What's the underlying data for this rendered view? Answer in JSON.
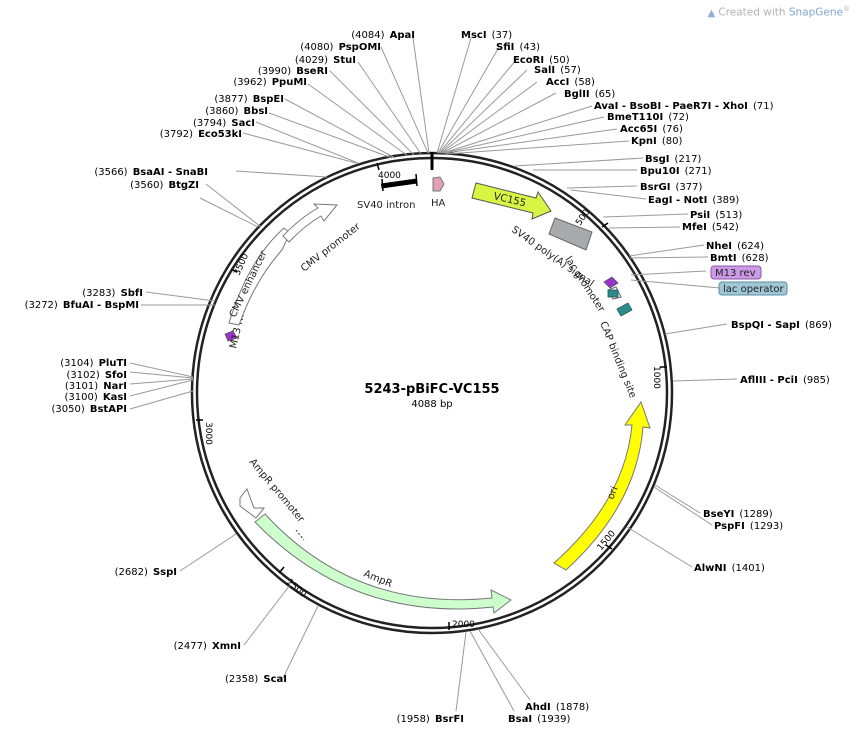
{
  "credit": {
    "icon": "snapgene-logo-icon",
    "prefix": "Created with ",
    "brand": "SnapGene",
    "mark": "®"
  },
  "plasmid": {
    "name": "5243-pBiFC-VC155",
    "length_label": "4088 bp",
    "length_bp": 4088
  },
  "ticks": [
    "500",
    "1000",
    "1500",
    "2000",
    "2500",
    "3000",
    "3500",
    "4000"
  ],
  "sites": [
    {
      "name": "ApaI",
      "pos": "(4084)"
    },
    {
      "name": "PspOMI",
      "pos": "(4080)"
    },
    {
      "name": "StuI",
      "pos": "(4029)"
    },
    {
      "name": "BseRI",
      "pos": "(3990)"
    },
    {
      "name": "PpuMI",
      "pos": "(3962)"
    },
    {
      "name": "BspEI",
      "pos": "(3877)"
    },
    {
      "name": "BbsI",
      "pos": "(3860)"
    },
    {
      "name": "SacI",
      "pos": "(3794)"
    },
    {
      "name": "Eco53kI",
      "pos": "(3792)"
    },
    {
      "name": "BsaAI - SnaBI",
      "pos": "(3566)"
    },
    {
      "name": "BtgZI",
      "pos": "(3560)"
    },
    {
      "name": "SbfI",
      "pos": "(3283)"
    },
    {
      "name": "BfuAI - BspMI",
      "pos": "(3272)"
    },
    {
      "name": "PluTI",
      "pos": "(3104)"
    },
    {
      "name": "SfoI",
      "pos": "(3102)"
    },
    {
      "name": "NarI",
      "pos": "(3101)"
    },
    {
      "name": "KasI",
      "pos": "(3100)"
    },
    {
      "name": "BstAPI",
      "pos": "(3050)"
    },
    {
      "name": "SspI",
      "pos": "(2682)"
    },
    {
      "name": "XmnI",
      "pos": "(2477)"
    },
    {
      "name": "ScaI",
      "pos": "(2358)"
    },
    {
      "name": "BsrFI",
      "pos": "(1958)"
    },
    {
      "name": "BsaI",
      "pos": "(1939)"
    },
    {
      "name": "AhdI",
      "pos": "(1878)"
    },
    {
      "name": "MscI",
      "pos": "(37)"
    },
    {
      "name": "SfiI",
      "pos": "(43)"
    },
    {
      "name": "EcoRI",
      "pos": "(50)"
    },
    {
      "name": "SalI",
      "pos": "(57)"
    },
    {
      "name": "AccI",
      "pos": "(58)"
    },
    {
      "name": "BglII",
      "pos": "(65)"
    },
    {
      "name": "AvaI - BsoBI - PaeR7I - XhoI",
      "pos": "(71)"
    },
    {
      "name": "BmeT110I",
      "pos": "(72)"
    },
    {
      "name": "Acc65I",
      "pos": "(76)"
    },
    {
      "name": "KpnI",
      "pos": "(80)"
    },
    {
      "name": "BsgI",
      "pos": "(217)"
    },
    {
      "name": "Bpu10I",
      "pos": "(271)"
    },
    {
      "name": "BsrGI",
      "pos": "(377)"
    },
    {
      "name": "EagI - NotI",
      "pos": "(389)"
    },
    {
      "name": "PsiI",
      "pos": "(513)"
    },
    {
      "name": "MfeI",
      "pos": "(542)"
    },
    {
      "name": "NheI",
      "pos": "(624)"
    },
    {
      "name": "BmtI",
      "pos": "(628)"
    },
    {
      "name": "BspQI - SapI",
      "pos": "(869)"
    },
    {
      "name": "AflIII - PciI",
      "pos": "(985)"
    },
    {
      "name": "BseYI",
      "pos": "(1289)"
    },
    {
      "name": "PspFI",
      "pos": "(1293)"
    },
    {
      "name": "AlwNI",
      "pos": "(1401)"
    }
  ],
  "features": [
    {
      "label": "VC155",
      "color": "#d7f542"
    },
    {
      "label": "SV40 poly(A) signal",
      "color": "#a9aaad"
    },
    {
      "label": "lac promoter",
      "color": "#ffffff"
    },
    {
      "label": "M13 rev",
      "color": "#cc99e6"
    },
    {
      "label": "lac operator",
      "color": "#9fc7d6"
    },
    {
      "label": "CAP binding site",
      "color": "#2f8a8a"
    },
    {
      "label": "ori",
      "color": "#ffff00"
    },
    {
      "label": "AmpR",
      "color": "#ccffcc"
    },
    {
      "label": "AmpR promoter",
      "color": "#ffffff"
    },
    {
      "label": "M13 fwd",
      "color": "#9933cc"
    },
    {
      "label": "CMV enhancer",
      "color": "#ffffff"
    },
    {
      "label": "CMV promoter",
      "color": "#ffffff"
    },
    {
      "label": "SV40 intron",
      "color": "#000000"
    },
    {
      "label": "HA",
      "color": "#e3a0b6"
    }
  ]
}
